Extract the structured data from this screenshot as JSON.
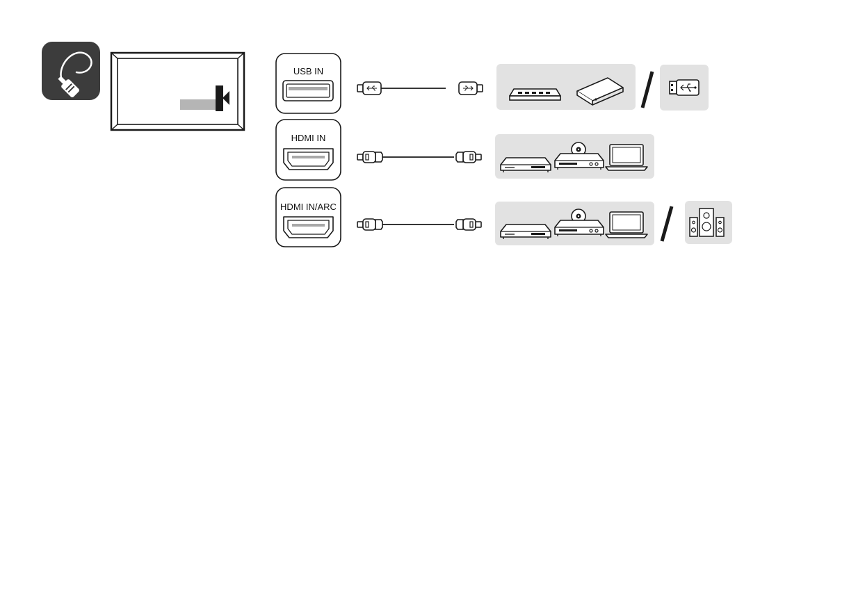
{
  "ports": [
    {
      "id": "usb",
      "label": "USB IN",
      "icon": "usb-a-port-icon",
      "cable": "usb-cable-icon",
      "devices": [
        "usb-hub-icon",
        "external-hdd-icon"
      ],
      "alt_devices": [
        "usb-flash-drive-icon"
      ]
    },
    {
      "id": "hdmi",
      "label": "HDMI IN",
      "icon": "hdmi-port-icon",
      "cable": "hdmi-cable-icon",
      "devices": [
        "set-top-box-icon",
        "dvd-player-icon",
        "laptop-icon"
      ],
      "alt_devices": []
    },
    {
      "id": "hdmi-arc",
      "label": "HDMI IN/ARC",
      "icon": "hdmi-port-icon",
      "cable": "hdmi-cable-icon",
      "devices": [
        "set-top-box-icon",
        "dvd-player-icon",
        "laptop-icon"
      ],
      "alt_devices": [
        "speaker-system-icon"
      ]
    }
  ],
  "icons": {
    "connection": "cable-plug-icon",
    "tv_back": "tv-back-panel-icon"
  },
  "colors": {
    "dark_badge": "#3c3c3c",
    "device_panel": "#e2e2e2",
    "outline": "#1a1a1a",
    "highlight": "#b5b5b5"
  }
}
